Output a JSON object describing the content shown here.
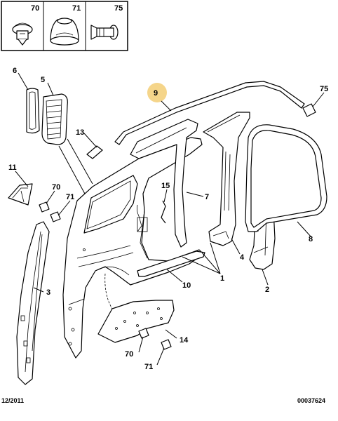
{
  "legend": {
    "items": [
      {
        "code": "70",
        "icon": "round-clip-icon"
      },
      {
        "code": "71",
        "icon": "grommet-icon"
      },
      {
        "code": "75",
        "icon": "push-rivet-icon"
      }
    ]
  },
  "callouts": {
    "c1": "1",
    "c2": "2",
    "c3": "3",
    "c4": "4",
    "c5": "5",
    "c6": "6",
    "c7": "7",
    "c8": "8",
    "c9": "9",
    "c10": "10",
    "c11": "11",
    "c13": "13",
    "c14": "14",
    "c15": "15",
    "c70a": "70",
    "c71a": "71",
    "c70b": "70",
    "c71b": "71",
    "c75": "75"
  },
  "footer": {
    "date": "12/2011",
    "ref": "00037624"
  },
  "colors": {
    "highlight": "#f5d58a",
    "shade": "#d9d9d9"
  }
}
